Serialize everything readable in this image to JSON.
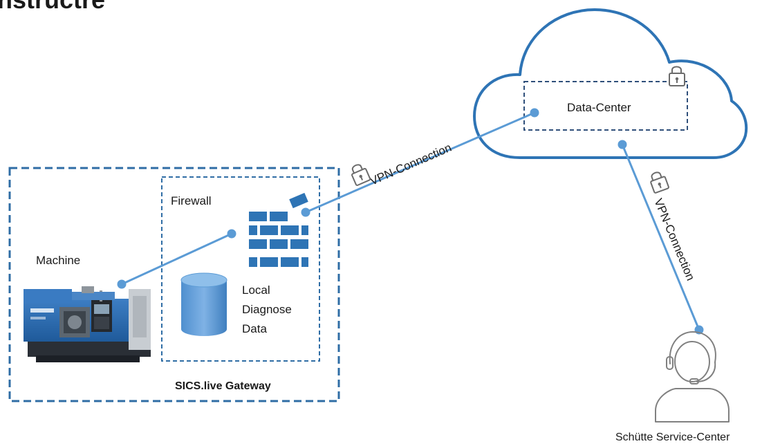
{
  "title_fragment": "nstructre",
  "labels": {
    "machine": "Machine",
    "firewall": "Firewall",
    "local": "Local",
    "diagnose": "Diagnose",
    "data": "Data",
    "gateway": "SICS.live Gateway",
    "data_center": "Data-Center",
    "vpn_left": "VPN-Connection",
    "vpn_right": "VPN-Connection",
    "service_center": "Schütte Service-Center"
  },
  "colors": {
    "accent": "#2e74b5",
    "line": "#5b9bd5",
    "dashed": "#2f6da5",
    "text": "#1a1a1a"
  },
  "icons": {
    "lock": "lock-icon",
    "firewall": "brick-wall-icon",
    "database": "database-cylinder-icon",
    "agent": "headset-person-icon",
    "cloud": "cloud-icon",
    "machine": "cnc-machine-image"
  }
}
